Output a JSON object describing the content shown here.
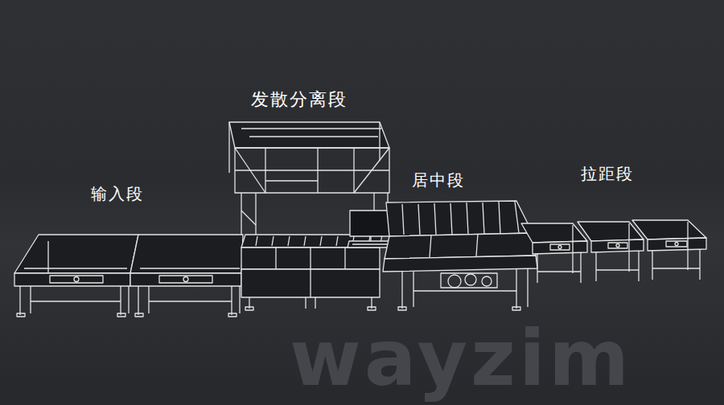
{
  "diagram": {
    "labels": [
      "发散分离段",
      "输入段",
      "居中段",
      "拉距段",
      "wayzim"
    ]
  }
}
